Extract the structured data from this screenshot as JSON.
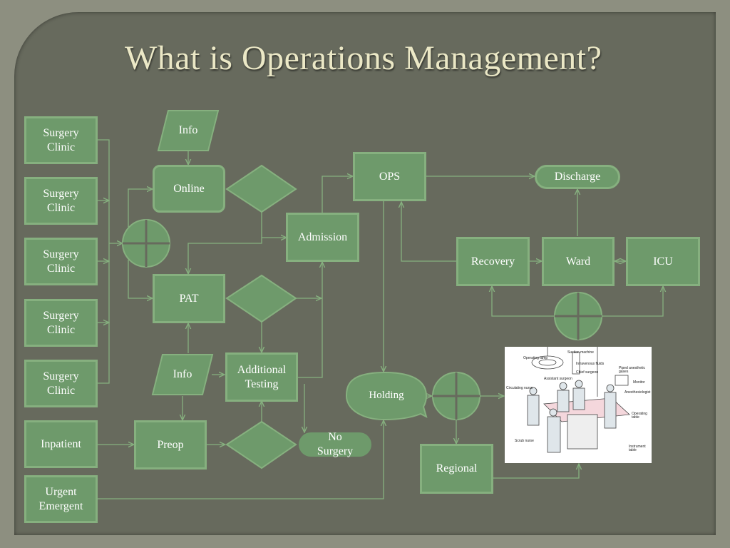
{
  "title": "What is Operations Management?",
  "colors": {
    "slide": "#676a5d",
    "frame": "#8d8f80",
    "node_fill": "#6e9a6b",
    "node_border": "#86b07f",
    "arrow": "#86b07f",
    "title": "#ebe8c6"
  },
  "sources": [
    {
      "label": "Surgery\nClinic"
    },
    {
      "label": "Surgery\nClinic"
    },
    {
      "label": "Surgery\nClinic"
    },
    {
      "label": "Surgery\nClinic"
    },
    {
      "label": "Surgery\nClinic"
    },
    {
      "label": "Inpatient"
    },
    {
      "label": "Urgent\nEmergent"
    }
  ],
  "nodes": {
    "info_top": "Info",
    "online": "Online",
    "pat": "PAT",
    "info_bottom": "Info",
    "additional_testing": "Additional\nTesting",
    "preop": "Preop",
    "no_surgery": "No\nSurgery",
    "admission": "Admission",
    "ops": "OPS",
    "holding": "Holding",
    "discharge": "Discharge",
    "recovery": "Recovery",
    "ward": "Ward",
    "icu": "ICU",
    "regional": "Regional"
  },
  "figure_labels": [
    "Operating\nlamp",
    "Suction\nmachine",
    "Intravenous\nfluids",
    "Chief\nsurgeon",
    "Assistant\nsurgeon",
    "Piped\nanesthetic\ngases",
    "Circulating\nnurse",
    "Monitor",
    "Anesthesiologist",
    "Operating\ntable",
    "Scrub\nnurse",
    "Instrument\ntable"
  ]
}
